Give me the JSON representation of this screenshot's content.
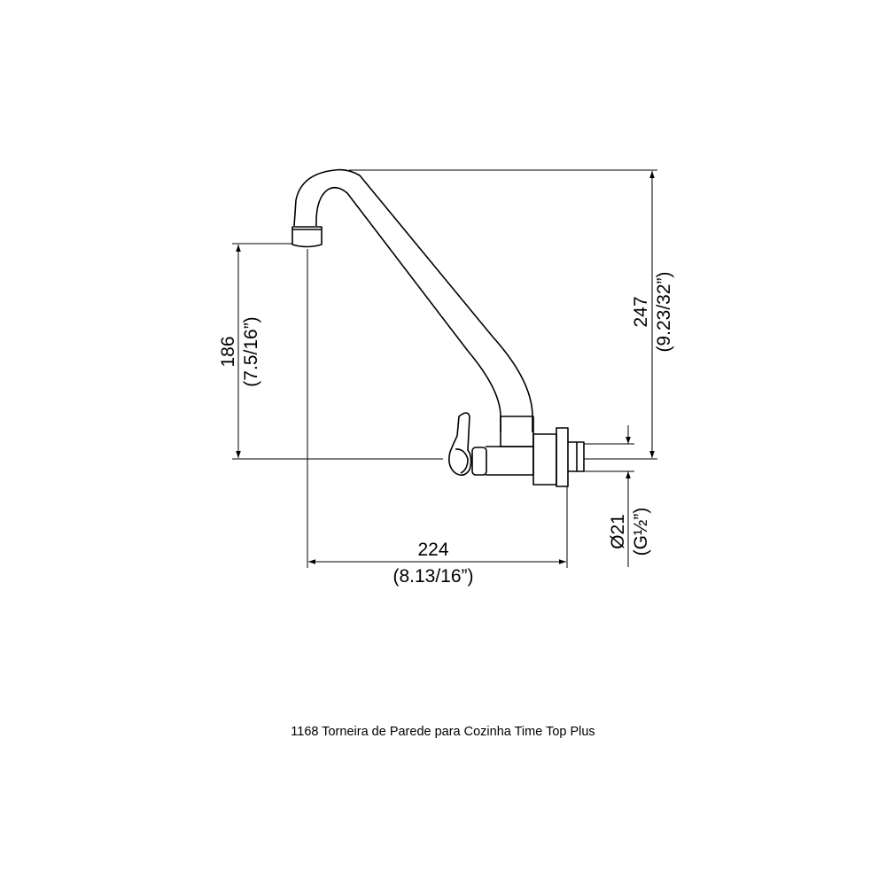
{
  "caption": "1168 Torneira de Parede para Cozinha Time Top Plus",
  "dimensions": {
    "spout_height": {
      "value": "186",
      "inches": "(7.5/16”)"
    },
    "total_height": {
      "value": "247",
      "inches": "(9.23/32”)"
    },
    "reach": {
      "value": "224",
      "inches": "(8.13/16”)"
    },
    "connection": {
      "value": "Ø21",
      "thread": "(G½”)"
    }
  },
  "colors": {
    "line": "#000000",
    "background": "#ffffff"
  }
}
